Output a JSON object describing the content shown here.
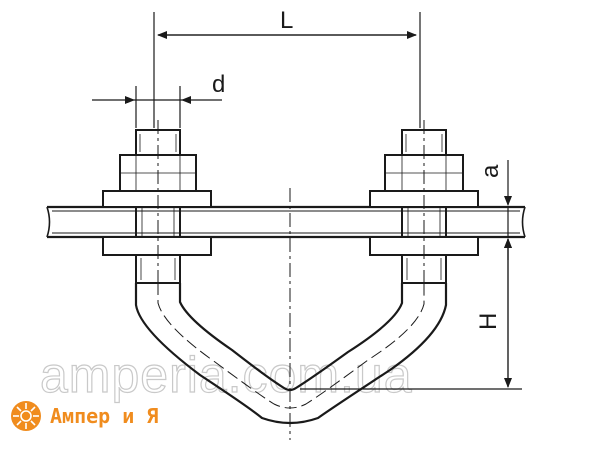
{
  "dimensions": {
    "length": "L",
    "diameter": "d",
    "thickness": "a",
    "height": "H"
  },
  "watermark": {
    "url": "amperia.com.ua",
    "brand": "Ампер и Я"
  },
  "colors": {
    "line": "#1a1a1a",
    "watermark": "#c9c9c9",
    "brand": "#f08c1e"
  }
}
